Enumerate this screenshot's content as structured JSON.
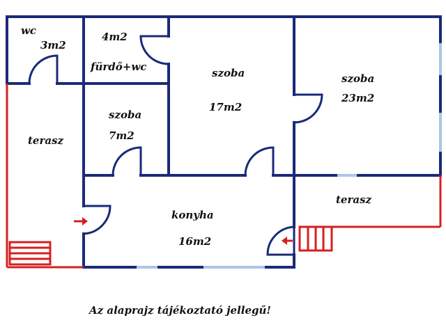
{
  "colors": {
    "wall": "#1a2a7a",
    "window": "#aec6e4",
    "terrace": "#d62020",
    "arrow": "#d62020",
    "background": "#ffffff"
  },
  "rooms": {
    "wc": {
      "name": "wc",
      "area": "3m2"
    },
    "bathroom": {
      "name": "fürdő+wc",
      "area": "4m2"
    },
    "room_17": {
      "name": "szoba",
      "area": "17m2"
    },
    "room_23": {
      "name": "szoba",
      "area": "23m2"
    },
    "room_7": {
      "name": "szoba",
      "area": "7m2"
    },
    "kitchen": {
      "name": "konyha",
      "area": "16m2"
    },
    "terrace_left": {
      "name": "terasz"
    },
    "terrace_right": {
      "name": "terasz"
    }
  },
  "note": "Az alaprajz tájékoztató jellegű!"
}
